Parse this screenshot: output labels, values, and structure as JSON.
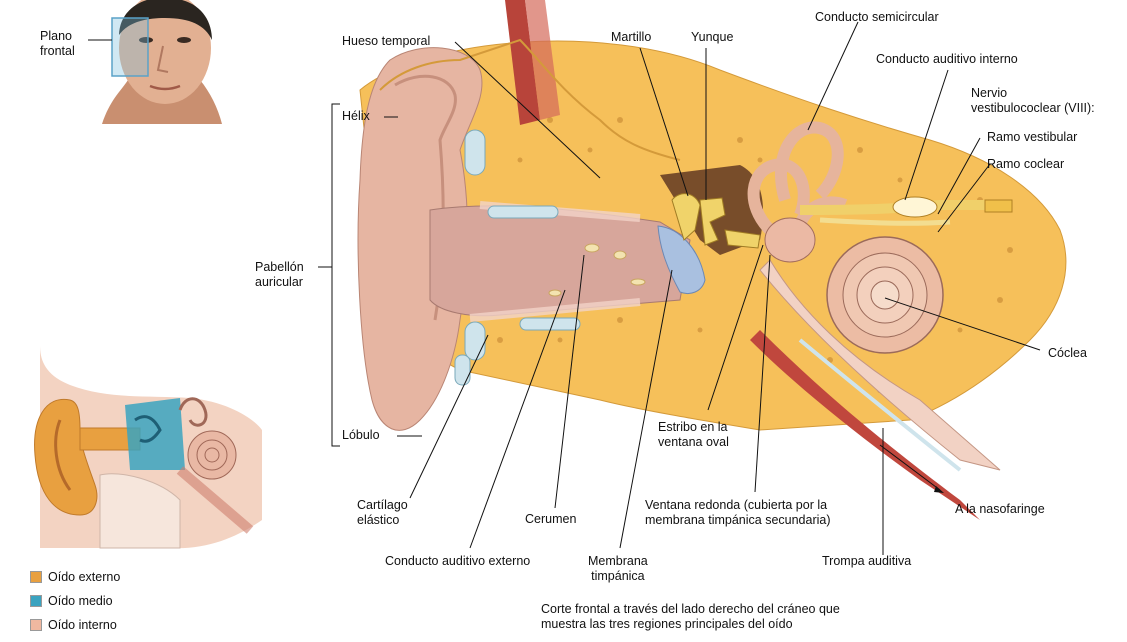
{
  "labels": {
    "plano_frontal": "Plano\nfrontal",
    "hueso_temporal": "Hueso temporal",
    "martillo": "Martillo",
    "yunque": "Yunque",
    "conducto_semicircular": "Conducto semicircular",
    "conducto_auditivo_interno": "Conducto auditivo interno",
    "nervio": "Nervio\nvestibulococlear (VIII):",
    "ramo_vestibular": "Ramo vestibular",
    "ramo_coclear": "Ramo coclear",
    "helix": "Hélix",
    "pabellon": "Pabellón\nauricular",
    "lobulo": "Lóbulo",
    "coclea": "Cóclea",
    "estribo": "Estribo en la\nventana oval",
    "cartilago": "Cartílago\nelástico",
    "cerumen": "Cerumen",
    "ventana_redonda": "Ventana redonda (cubierta por la\nmembrana timpánica secundaria)",
    "nasofaringe": "A la nasofaringe",
    "conducto_auditivo_externo": "Conducto auditivo externo",
    "membrana": "Membrana\ntimpánica",
    "trompa": "Trompa auditiva"
  },
  "caption": "Corte frontal a través del lado derecho del cráneo que\nmuestra las tres regiones principales del oído",
  "legend": [
    {
      "label": "Oído externo",
      "color": "#e8a040"
    },
    {
      "label": "Oído medio",
      "color": "#3aa3c0"
    },
    {
      "label": "Oído interno",
      "color": "#f0b8a0"
    }
  ],
  "colors": {
    "bone": "#f2c25a",
    "skin": "#e9b9a4",
    "canal": "#d8a59c",
    "muscle": "#b8443a",
    "cartilage": "#cfe3ea",
    "tympanic": "#9fb7d9"
  }
}
